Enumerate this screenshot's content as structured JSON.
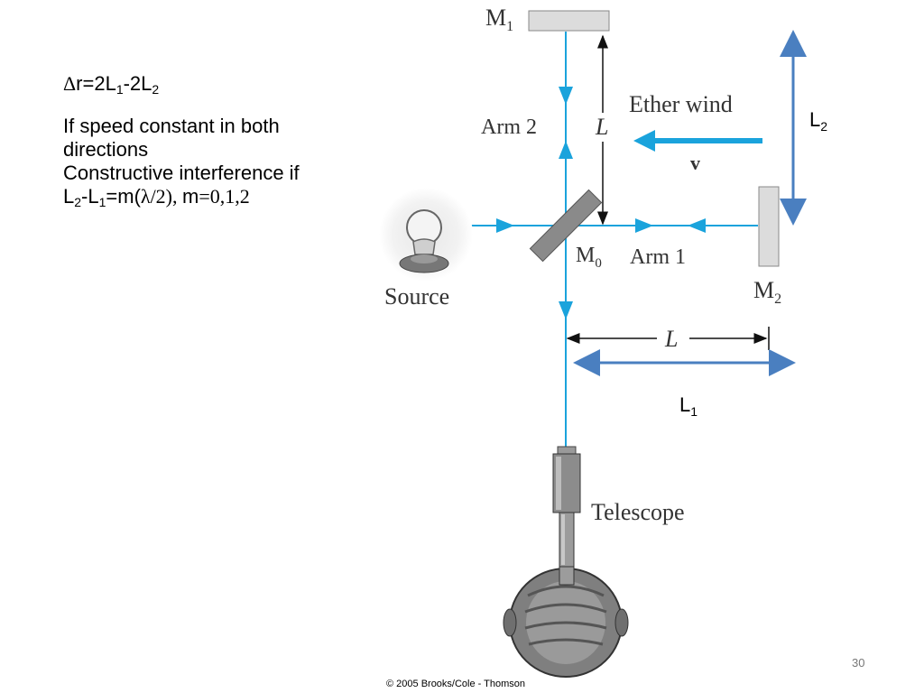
{
  "slide": {
    "path_diff": {
      "symbol": "Δ",
      "a": "r=2L",
      "a_sub": "1",
      "b": "-2L",
      "b_sub": "2"
    },
    "lines": {
      "line1": "If speed constant in both",
      "line2": "directions",
      "line3": "Constructive interference if",
      "cond_a": "L",
      "cond_a_sub": "2",
      "cond_b": "-L",
      "cond_b_sub": "1",
      "cond_c": "=m(",
      "cond_d": "λ/2), ",
      "cond_e": "m",
      "cond_f": "=0,1,2"
    },
    "slide_number": "30",
    "copyright": "© 2005 Brooks/Cole - Thomson"
  },
  "diagram": {
    "m1": {
      "main": "M",
      "sub": "1"
    },
    "m0": {
      "main": "M",
      "sub": "0"
    },
    "m2": {
      "main": "M",
      "sub": "2"
    },
    "arm2": "Arm 2",
    "arm1": "Arm 1",
    "ether_wind": "Ether wind",
    "v": "v",
    "L_vertical": "L",
    "L_horizontal": "L",
    "source": "Source",
    "telescope": "Telescope",
    "L1": {
      "main": "L",
      "sub": "1"
    },
    "L2": {
      "main": "L",
      "sub": "2"
    },
    "colors": {
      "beam": "#1aa3dc",
      "annot": "#4a7fc0",
      "mirror": "#dcdcdc"
    }
  }
}
